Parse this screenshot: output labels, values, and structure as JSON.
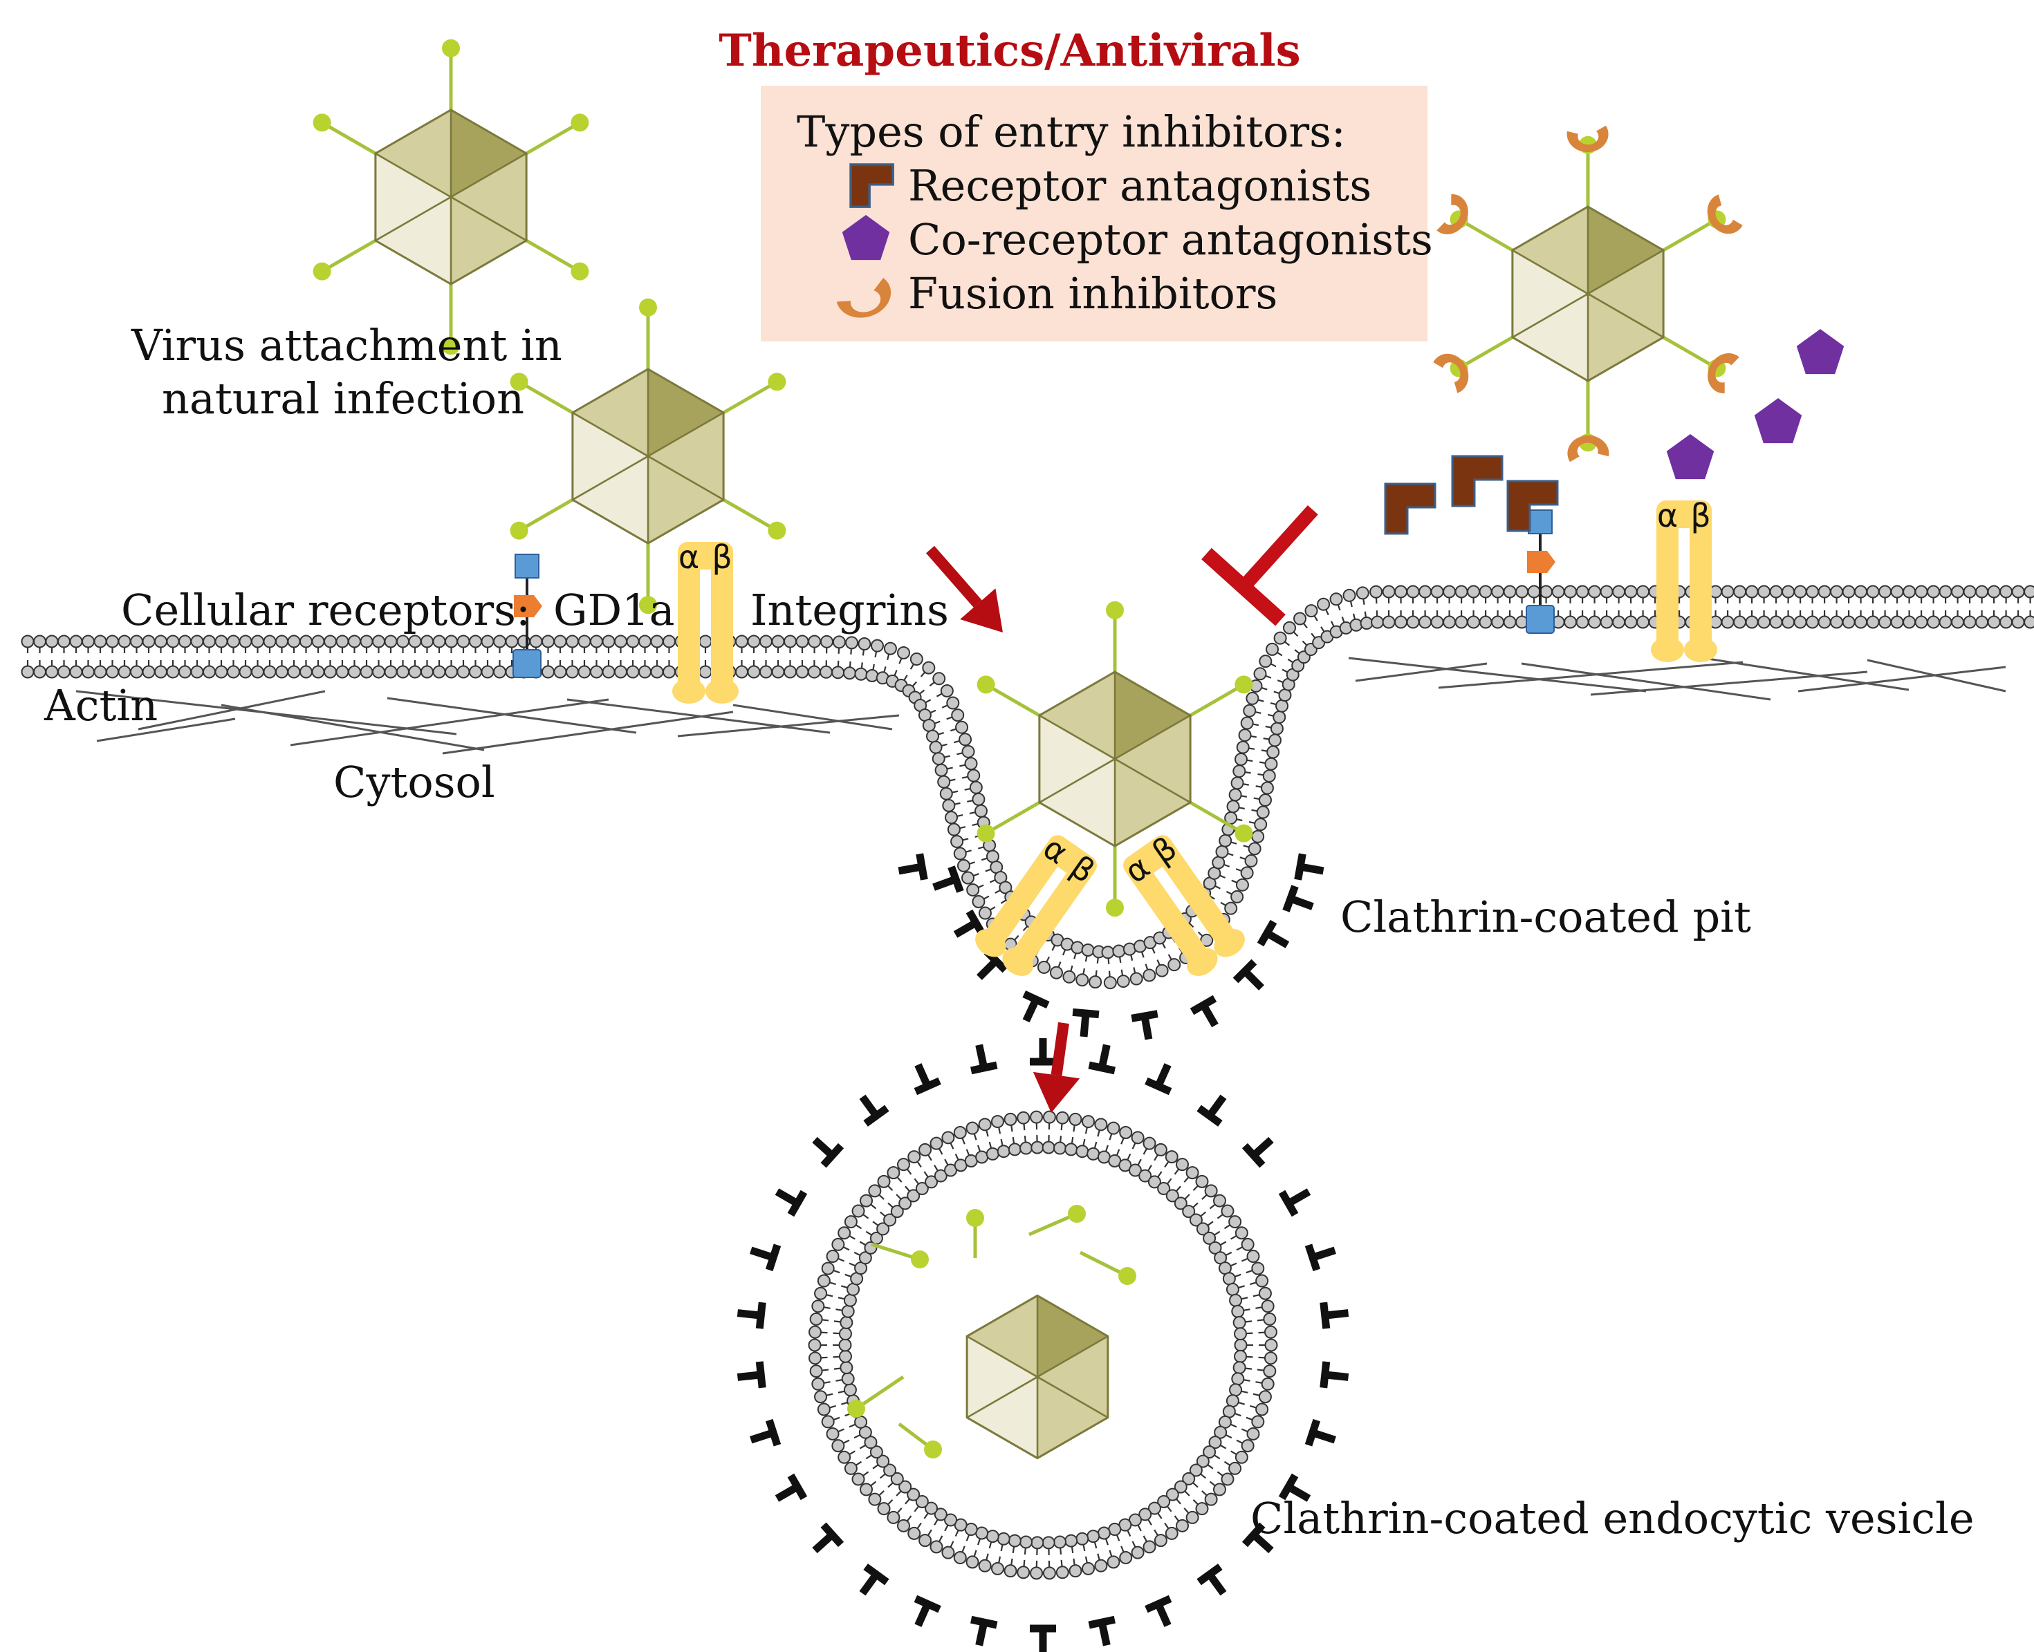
{
  "title": "Therapeutics/Antivirals",
  "legend": {
    "heading": "Types of entry inhibitors:",
    "items": [
      {
        "label": "Receptor antagonists",
        "icon": "receptor-antagonist-icon"
      },
      {
        "label": "Co-receptor antagonists",
        "icon": "pentagon-icon"
      },
      {
        "label": "Fusion inhibitors",
        "icon": "crescent-icon"
      }
    ]
  },
  "labels": {
    "virus_attachment_line1": "Virus attachment in",
    "virus_attachment_line2": "natural infection",
    "cellular_receptors": "Cellular receptors:",
    "gd1a": "GD1a",
    "integrins": "Integrins",
    "actin": "Actin",
    "cytosol": "Cytosol",
    "pit": "Clathrin-coated pit",
    "vesicle": "Clathrin-coated endocytic vesicle",
    "alpha": "α",
    "beta": "β"
  },
  "colors": {
    "title": "#b50d12",
    "legend_bg": "#fbe2d4",
    "arrow": "#b50d12",
    "inhibitor_bar": "#c41016",
    "capsid_light": "#efecd9",
    "capsid_mid": "#d3cf9e",
    "capsid_dark": "#a8a35c",
    "capsid_edge": "#7b7a3c",
    "fiber": "#a5c23a",
    "fiber_knob": "#b9d230",
    "integrin": "#fed96b",
    "receptor_blue": "#5b9bd5",
    "receptor_orange": "#ed7d31",
    "receptor_antagonist": "#7a3510",
    "coreceptor_antagonist": "#7030a0",
    "fusion_inhibitor": "#d9843b",
    "lipid": "#c8c8c8",
    "clathrin": "#111111",
    "actin": "#555555"
  }
}
